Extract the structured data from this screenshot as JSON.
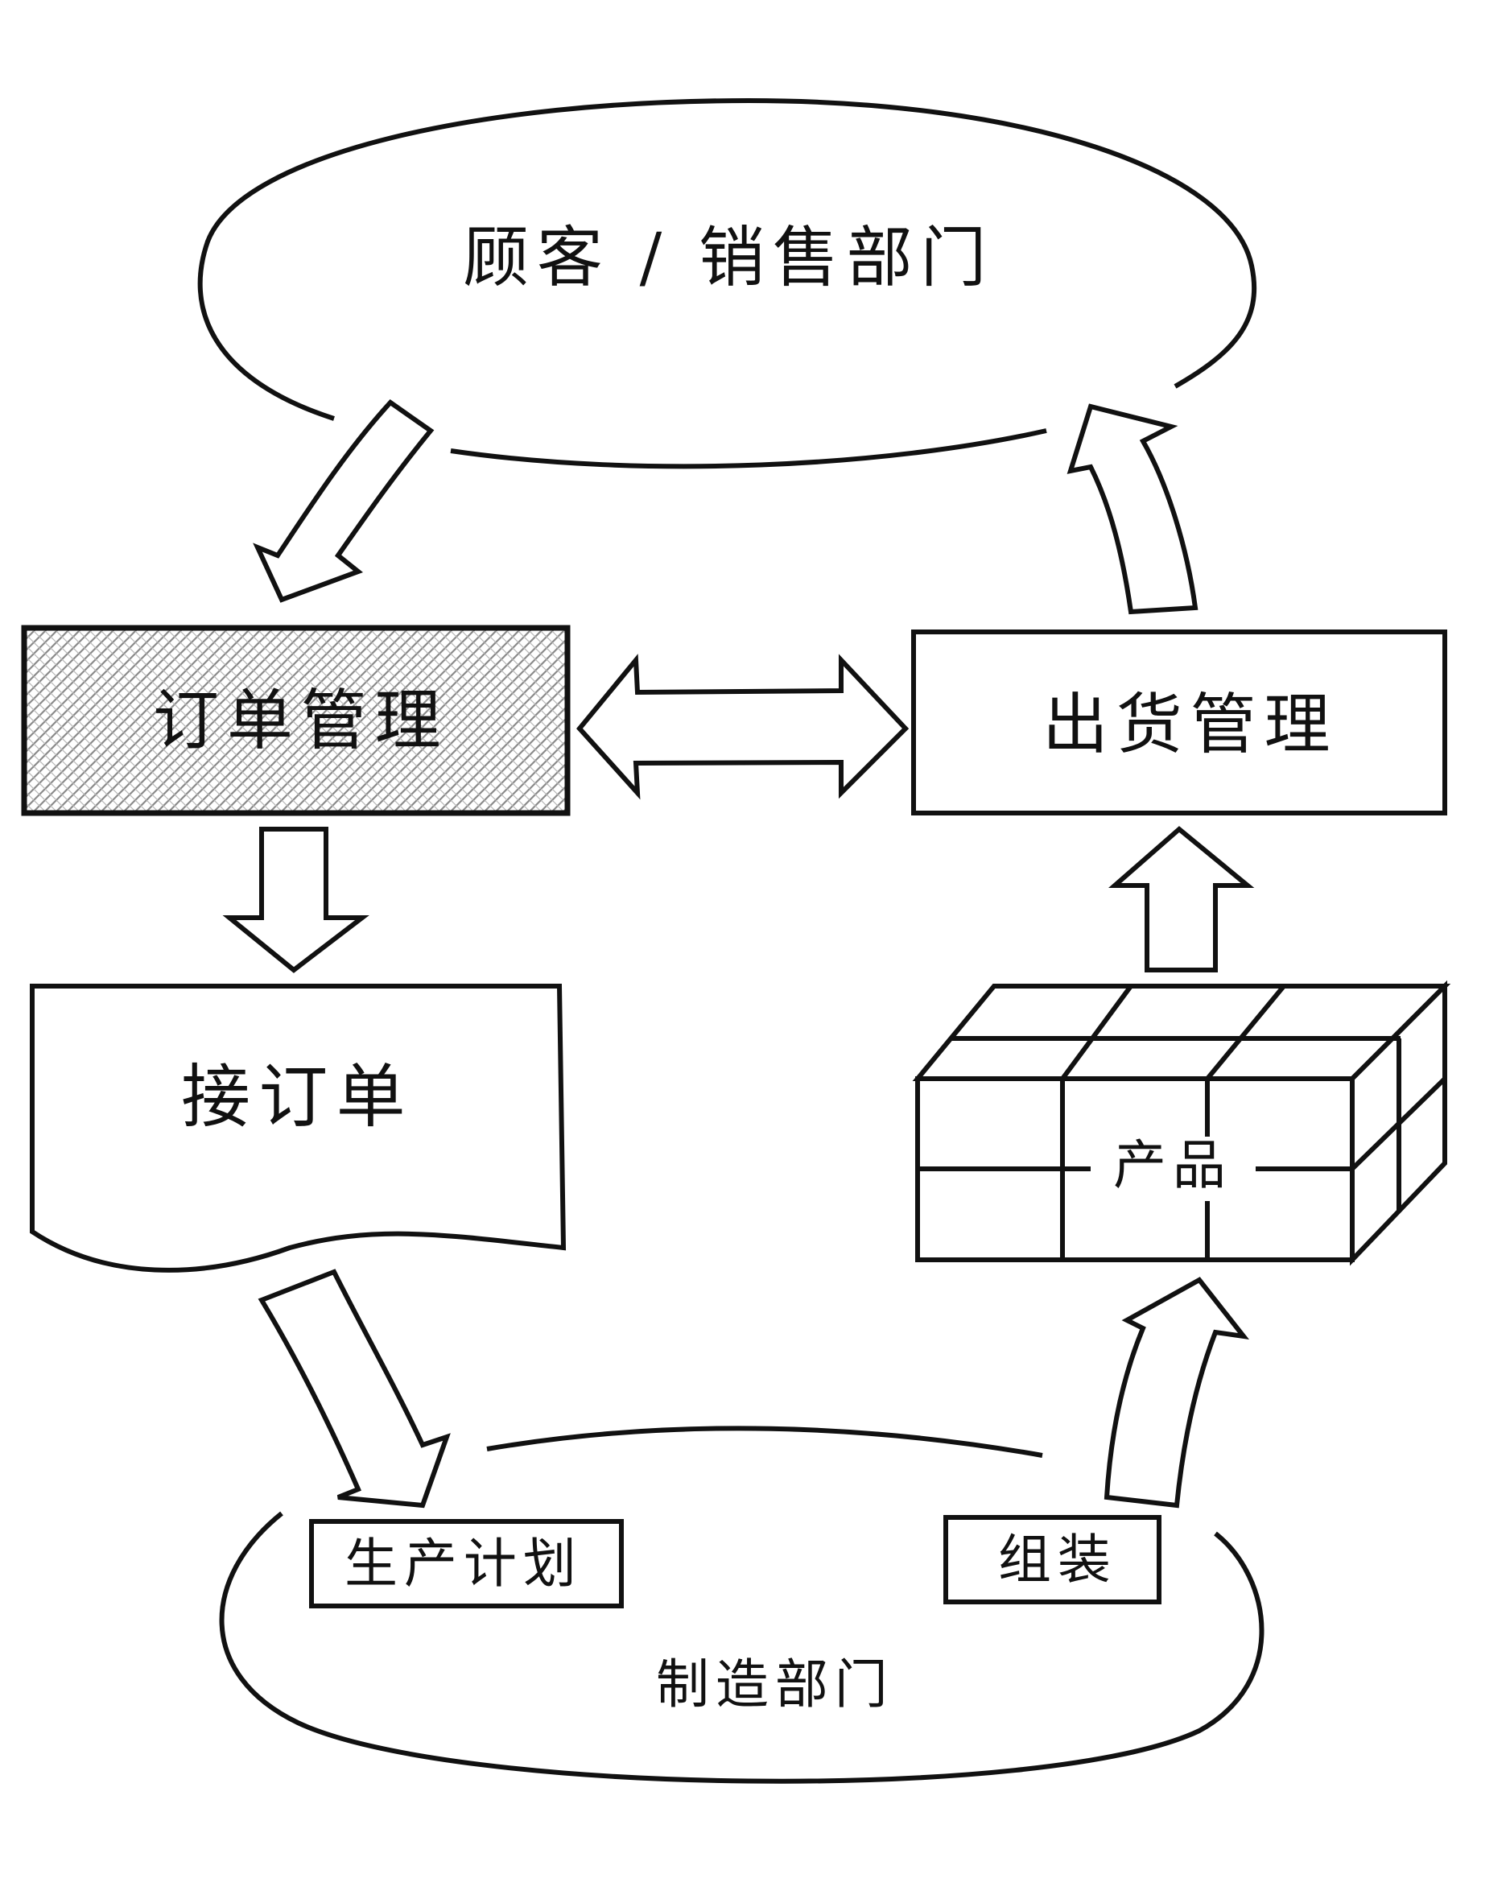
{
  "nodes": {
    "customer_sales": "顾客 / 销售部门",
    "order_management": "订单管理",
    "shipping_management": "出货管理",
    "receive_order": "接订单",
    "product": "产品",
    "production_plan": "生产计划",
    "assembly": "组装",
    "manufacturing_dept": "制造部门"
  },
  "colors": {
    "stroke": "#111111",
    "background": "#ffffff",
    "order_box_hatch": "#8a8a8a"
  },
  "icons": {
    "product": "stacked-boxes-icon"
  }
}
